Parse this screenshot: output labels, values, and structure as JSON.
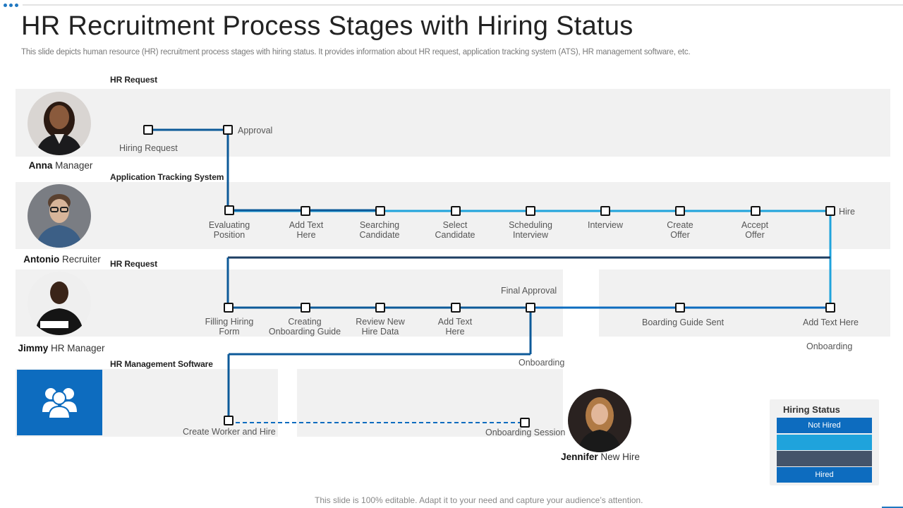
{
  "header": {
    "title": "HR Recruitment Process Stages with Hiring Status",
    "subtitle": "This slide depicts human resource (HR) recruitment process stages with hiring status. It provides information about HR request, application tracking system (ATS), HR management software, etc."
  },
  "sections": {
    "hr_request_1": "HR Request",
    "ats": "Application Tracking System",
    "hr_request_2": "HR Request",
    "hrms": "HR Management Software"
  },
  "people": {
    "anna": {
      "name": "Anna",
      "role": "Manager"
    },
    "antonio": {
      "name": "Antonio",
      "role": "Recruiter"
    },
    "jimmy": {
      "name": "Jimmy",
      "role": "HR Manager"
    },
    "jennifer": {
      "name": "Jennifer",
      "role": "New  Hire"
    }
  },
  "steps": {
    "hiring_request": "Hiring Request",
    "approval": "Approval",
    "evaluating_position": "Evaluating\nPosition",
    "add_text_1": "Add Text\nHere",
    "searching_candidate": "Searching\nCandidate",
    "select_candidate": "Select\nCandidate",
    "scheduling_interview": "Scheduling\nInterview",
    "interview": "Interview",
    "create_offer": "Create\nOffer",
    "accept_offer": "Accept\nOffer",
    "hire": "Hire",
    "filling_hiring_form": "Filling Hiring\nForm",
    "creating_onboarding_guide": "Creating\nOnboarding Guide",
    "review_new_hire_data": "Review New\nHire Data",
    "add_text_2": "Add Text\nHere",
    "final_approval": "Final Approval",
    "boarding_guide_sent": "Boarding Guide Sent",
    "add_text_3": "Add Text Here",
    "onboarding_right": "Onboarding",
    "onboarding_mid": "Onboarding",
    "create_worker_and_hire": "Create Worker and Hire",
    "onboarding_session": "Onboarding Session"
  },
  "legend": {
    "title": "Hiring Status",
    "not_hired": "Not Hired",
    "hired": "Hired",
    "colors": {
      "not_hired": "#0d6cbf",
      "mid": "#1fa3dc",
      "dark": "#44546a",
      "hired": "#0d6cbf"
    }
  },
  "line_colors": {
    "dark_blue": "#0d5a99",
    "light_blue": "#1fa3dc",
    "navy": "#1d3e63"
  },
  "footer": "This slide is 100% editable. Adapt it to your need and capture your audience’s attention."
}
